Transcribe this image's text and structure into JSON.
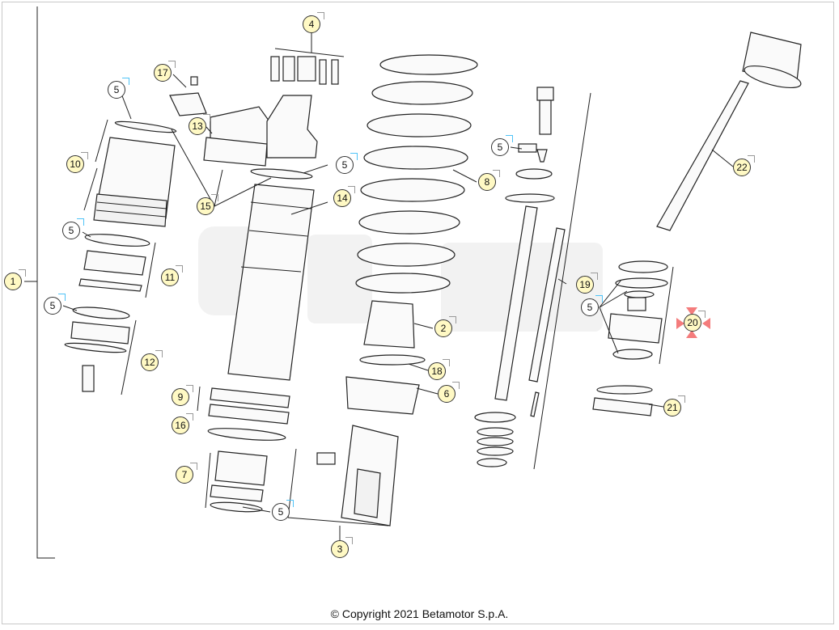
{
  "copyright": "© Copyright 2021 Betamotor S.p.A.",
  "callouts": [
    {
      "label": "1"
    },
    {
      "label": "2"
    },
    {
      "label": "3"
    },
    {
      "label": "4"
    },
    {
      "label": "5"
    },
    {
      "label": "5"
    },
    {
      "label": "5"
    },
    {
      "label": "5"
    },
    {
      "label": "5"
    },
    {
      "label": "5"
    },
    {
      "label": "5"
    },
    {
      "label": "6"
    },
    {
      "label": "7"
    },
    {
      "label": "8"
    },
    {
      "label": "9"
    },
    {
      "label": "10"
    },
    {
      "label": "11"
    },
    {
      "label": "12"
    },
    {
      "label": "13"
    },
    {
      "label": "14"
    },
    {
      "label": "15"
    },
    {
      "label": "16"
    },
    {
      "label": "17"
    },
    {
      "label": "18"
    },
    {
      "label": "19"
    },
    {
      "label": "20"
    },
    {
      "label": "21"
    },
    {
      "label": "22"
    }
  ],
  "colors": {
    "callout_fill": "#fff9c4",
    "callout_blue_corner": "#4fc3f7",
    "selection_marker": "#f47c7c"
  }
}
